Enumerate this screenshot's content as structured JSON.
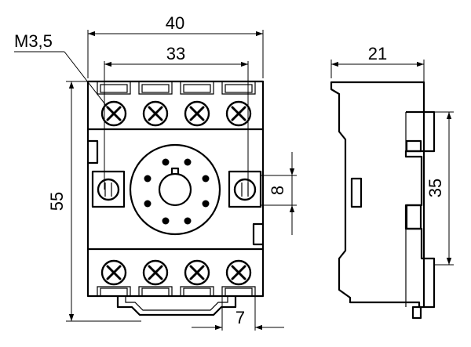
{
  "dimensions": {
    "overall_width": "40",
    "hole_spacing": "33",
    "height": "55",
    "screw_size": "M3,5",
    "hole_diameter": "8",
    "pin_pitch": "7",
    "side_depth": "21",
    "rail_height": "35"
  },
  "front_view": {
    "top_terminals": 4,
    "bottom_terminals": 4,
    "octal_socket_holes": 8
  }
}
